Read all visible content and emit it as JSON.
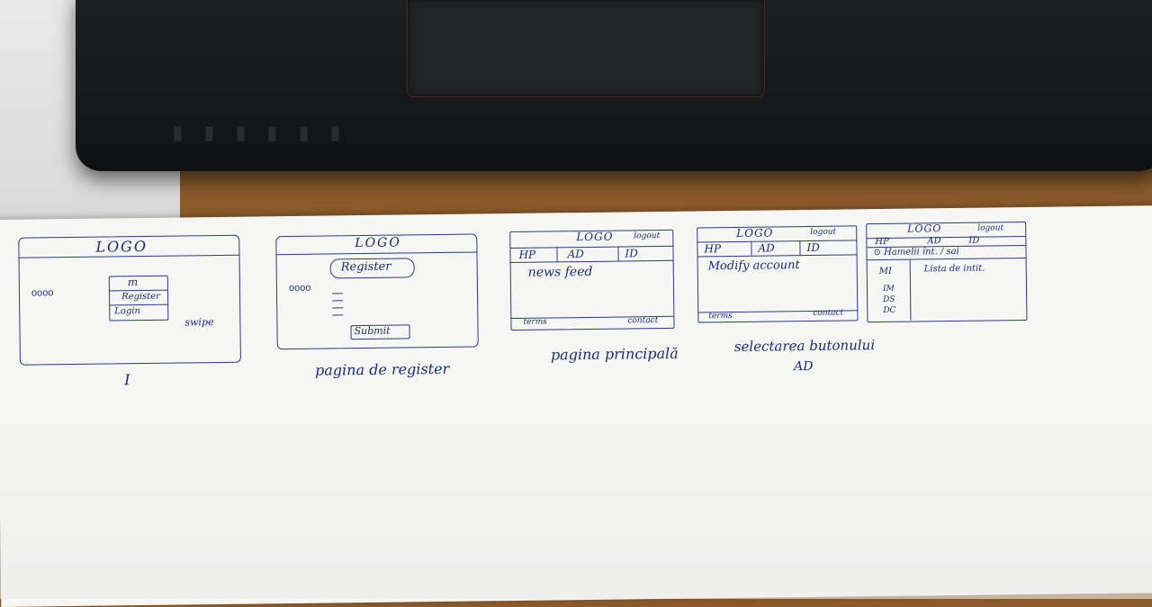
{
  "sketch_1": {
    "logo": "LOGO",
    "menu_icon": "m",
    "register": "Register",
    "login": "Login",
    "dots": "oooo",
    "swipe": "swipe",
    "caption": "I"
  },
  "sketch_2": {
    "logo": "LOGO",
    "register": "Register",
    "dots": "oooo",
    "submit": "Submit",
    "caption": "pagina de register"
  },
  "sketch_3": {
    "logo": "LOGO",
    "logout": "logout",
    "tabs": [
      "HP",
      "AD",
      "ID"
    ],
    "content": "news feed",
    "footer_left": "terms",
    "footer_right": "contact",
    "caption": "pagina principală"
  },
  "sketch_4": {
    "logo": "LOGO",
    "logout": "logout",
    "tabs": [
      "HP",
      "AD",
      "ID"
    ],
    "content": "Modify account",
    "footer_left": "terms",
    "footer_right": "contact",
    "caption": "selectarea butonului",
    "caption_2": "AD"
  },
  "sketch_5": {
    "logo": "LOGO",
    "logout": "logout",
    "tabs": [
      "HP",
      "AD",
      "ID"
    ],
    "row_1": "Hamelii înt. / sai",
    "side": [
      "MI",
      "IM",
      "DS",
      "DC"
    ],
    "list": "Lista de intit."
  }
}
